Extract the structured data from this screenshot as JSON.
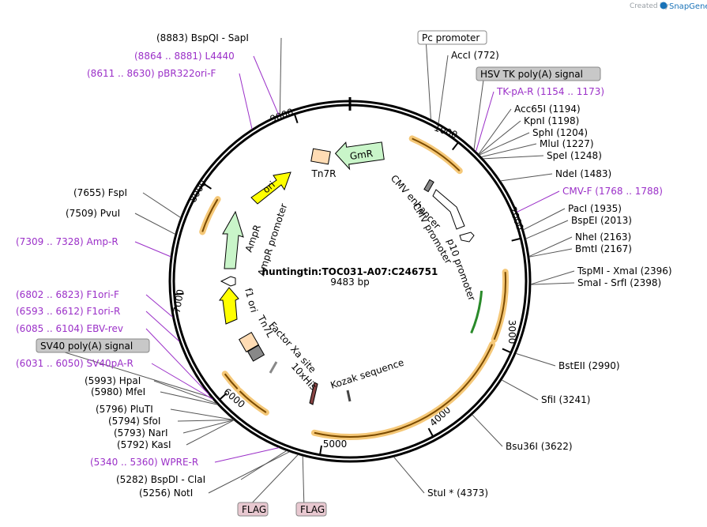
{
  "header": {
    "created_by": "Created by",
    "brand": "SnapGene"
  },
  "plasmid": {
    "name": "huntingtin:TOC031-A07:C246751",
    "length_label": "9483 bp",
    "total_bp": 9483
  },
  "scale_ticks": [
    "1000",
    "2000",
    "3000",
    "4000",
    "5000",
    "6000",
    "7000",
    "8000",
    "9000"
  ],
  "callouts": [
    {
      "text": "(8883)  BspQI  -  SapI",
      "type": "enzyme",
      "pos": 8883
    },
    {
      "text": "(8864 .. 8881)  L4440",
      "type": "primer",
      "pos": 8872
    },
    {
      "text": "(8611 .. 8630)  pBR322ori-F",
      "type": "primer",
      "pos": 8620
    },
    {
      "text": "(7655)  FspI",
      "type": "enzyme",
      "pos": 7655
    },
    {
      "text": "(7509)  PvuI",
      "type": "enzyme",
      "pos": 7509
    },
    {
      "text": "(7309 .. 7328)  Amp-R",
      "type": "primer",
      "pos": 7318
    },
    {
      "text": "(6802 .. 6823)  F1ori-F",
      "type": "primer",
      "pos": 6812
    },
    {
      "text": "(6593 .. 6612)  F1ori-R",
      "type": "primer",
      "pos": 6602
    },
    {
      "text": "(6085 .. 6104)  EBV-rev",
      "type": "primer",
      "pos": 6094
    },
    {
      "text": "SV40 poly(A) signal",
      "type": "feature-box",
      "pos": 6060
    },
    {
      "text": "(6031 .. 6050)  SV40pA-R",
      "type": "primer",
      "pos": 6040
    },
    {
      "text": "(5993)  HpaI",
      "type": "enzyme",
      "pos": 5993
    },
    {
      "text": "(5980)  MfeI",
      "type": "enzyme",
      "pos": 5980
    },
    {
      "text": "(5796)  PluTI",
      "type": "enzyme",
      "pos": 5796
    },
    {
      "text": "(5794)  SfoI",
      "type": "enzyme",
      "pos": 5794
    },
    {
      "text": "(5793)  NarI",
      "type": "enzyme",
      "pos": 5793
    },
    {
      "text": "(5792)  KasI",
      "type": "enzyme",
      "pos": 5792
    },
    {
      "text": "(5340 .. 5360)  WPRE-R",
      "type": "primer",
      "pos": 5350
    },
    {
      "text": "(5282)  BspDI  -  ClaI",
      "type": "enzyme",
      "pos": 5282
    },
    {
      "text": "(5256)  NotI",
      "type": "enzyme",
      "pos": 5256
    },
    {
      "text": "FLAG",
      "type": "flag-box",
      "pos": 5180
    },
    {
      "text": "FLAG",
      "type": "flag-box",
      "pos": 5140
    },
    {
      "text": "StuI *  (4373)",
      "type": "enzyme",
      "pos": 4373
    },
    {
      "text": "Bsu36I  (3622)",
      "type": "enzyme",
      "pos": 3622
    },
    {
      "text": "SfiI  (3241)",
      "type": "enzyme",
      "pos": 3241
    },
    {
      "text": "BstEII  (2990)",
      "type": "enzyme",
      "pos": 2990
    },
    {
      "text": "SmaI  -  SrfI  (2398)",
      "type": "enzyme",
      "pos": 2398
    },
    {
      "text": "TspMI  -  XmaI  (2396)",
      "type": "enzyme",
      "pos": 2396
    },
    {
      "text": "BmtI  (2167)",
      "type": "enzyme",
      "pos": 2167
    },
    {
      "text": "NheI  (2163)",
      "type": "enzyme",
      "pos": 2163
    },
    {
      "text": "BspEI  (2013)",
      "type": "enzyme",
      "pos": 2013
    },
    {
      "text": "PacI  (1935)",
      "type": "enzyme",
      "pos": 1935
    },
    {
      "text": "CMV-F  (1768 .. 1788)",
      "type": "primer",
      "pos": 1778
    },
    {
      "text": "NdeI  (1483)",
      "type": "enzyme",
      "pos": 1483
    },
    {
      "text": "SpeI  (1248)",
      "type": "enzyme",
      "pos": 1248
    },
    {
      "text": "MluI  (1227)",
      "type": "enzyme",
      "pos": 1227
    },
    {
      "text": "SphI  (1204)",
      "type": "enzyme",
      "pos": 1204
    },
    {
      "text": "KpnI  (1198)",
      "type": "enzyme",
      "pos": 1198
    },
    {
      "text": "Acc65I  (1194)",
      "type": "enzyme",
      "pos": 1194
    },
    {
      "text": "TK-pA-R  (1154 .. 1173)",
      "type": "primer",
      "pos": 1163
    },
    {
      "text": "HSV TK poly(A) signal",
      "type": "feature-box",
      "pos": 1140
    },
    {
      "text": "AccI  (772)",
      "type": "enzyme",
      "pos": 772
    },
    {
      "text": "Pc promoter",
      "type": "white-box",
      "pos": 700
    }
  ],
  "features": [
    {
      "name": "GmR",
      "shape": "arrow",
      "color": "#c9f5c9"
    },
    {
      "name": "ori",
      "shape": "arrow",
      "color": "#ffff00"
    },
    {
      "name": "Tn7R",
      "shape": "box",
      "color": "#ffdcb4"
    },
    {
      "name": "AmpR",
      "shape": "arrow",
      "color": "#c9f5c9"
    },
    {
      "name": "AmpR promoter",
      "shape": "arrow",
      "color": "#ffffff"
    },
    {
      "name": "f1 ori",
      "shape": "arrow",
      "color": "#ffff00"
    },
    {
      "name": "Tn7L",
      "shape": "box",
      "color": "#ffdcb4"
    },
    {
      "name": "Factor Xa site",
      "shape": "mark",
      "color": "#888888"
    },
    {
      "name": "10xHis",
      "shape": "mark",
      "color": "#884444"
    },
    {
      "name": "Kozak sequence",
      "shape": "mark",
      "color": "#444444"
    },
    {
      "name": "CMV enhancer",
      "shape": "mark",
      "color": "#888888"
    },
    {
      "name": "CMV promoter",
      "shape": "arrow",
      "color": "#ffffff"
    },
    {
      "name": "p10 promoter",
      "shape": "arrow",
      "color": "#ffffff"
    }
  ],
  "colors": {
    "backbone": "#000000",
    "primer": "#9b30c8",
    "orf_arc": "#f5c878",
    "green_arc": "#2a8a2a"
  }
}
